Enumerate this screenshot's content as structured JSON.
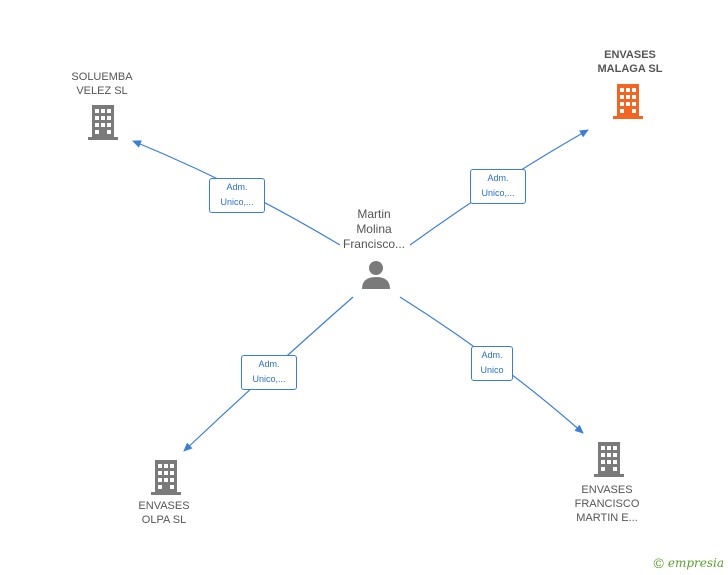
{
  "center": {
    "label": "Martin\nMolina\nFrancisco..."
  },
  "nodes": [
    {
      "id": "soluemba",
      "label": "SOLUEMBA\nVELEZ  SL",
      "highlight": false
    },
    {
      "id": "malaga",
      "label": "ENVASES\nMALAGA  SL",
      "highlight": true
    },
    {
      "id": "olpa",
      "label": "ENVASES\nOLPA  SL",
      "highlight": false
    },
    {
      "id": "francisco",
      "label": "ENVASES\nFRANCISCO\nMARTIN E...",
      "highlight": false
    }
  ],
  "edges": [
    {
      "to": "soluemba",
      "label": "Adm.\nUnico,..."
    },
    {
      "to": "malaga",
      "label": "Adm.\nUnico,..."
    },
    {
      "to": "olpa",
      "label": "Adm.\nUnico,..."
    },
    {
      "to": "francisco",
      "label": "Adm.\nUnico"
    }
  ],
  "colors": {
    "edge": "#3b7fd4",
    "building": "#7a7a7a",
    "building_highlight": "#f26522",
    "person": "#7a7a7a",
    "brand": "#5aa02c"
  },
  "footer": {
    "copyright": "©",
    "brand": "empresia"
  }
}
